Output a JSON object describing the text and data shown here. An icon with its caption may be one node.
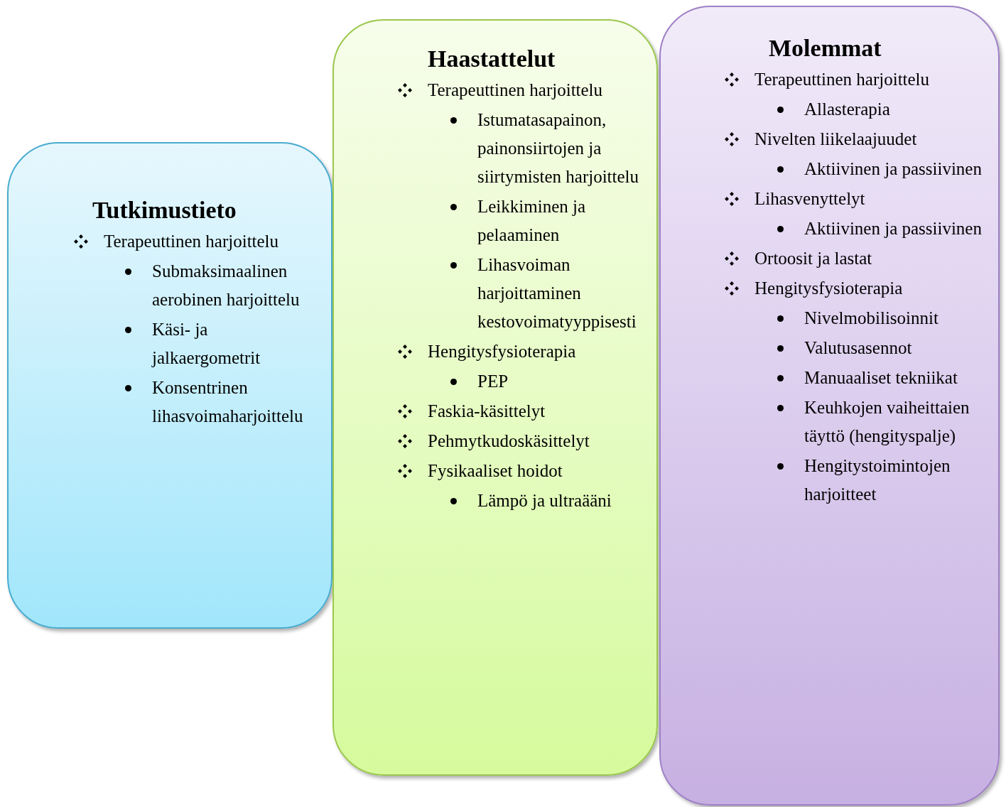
{
  "diagram": {
    "nodes": [
      {
        "text": [
          "Tutkimustieto",
          "Terapeuttinen harjoittelu",
          "Submaksimaalinen aerobinen harjoittelu",
          "Käsi- ja jalkaergometrit",
          "Konsentrinen lihasvoimaharjoittelu"
        ]
      },
      {
        "text": [
          "Haastattelut",
          "Terapeuttinen harjoittelu",
          "Istumatasapainon, painonsiirtojen ja siirtymisten harjoittelu",
          "Leikkiminen ja pelaaminen",
          "Lihasvoiman harjoittaminen kestovoimatyyppisesti",
          "Hengitysfysioterapia",
          "PEP",
          "Faskia-käsittelyt",
          "Pehmytkudoskäsittelyt",
          "Fysikaaliset hoidot",
          "Lämpö ja ultraääni"
        ]
      },
      {
        "text": [
          "Molemmat",
          "Terapeuttinen harjoittelu",
          "Allasterapia",
          "Nivelten liikelaajuudet",
          "Aktiivinen ja passiivinen",
          "Lihasvenyttelyt",
          "Aktiivinen ja passiivinen",
          "Ortoosit ja lastat",
          "Hengitysfysioterapia",
          "Nivelmobilisoinnit",
          "Valutusasennot",
          "Manuaaliset tekniikat",
          "Keuhkojen vaiheittaien täyttö (hengityspalje)",
          "Hengitystoimintojen harjoitteet"
        ]
      }
    ]
  }
}
